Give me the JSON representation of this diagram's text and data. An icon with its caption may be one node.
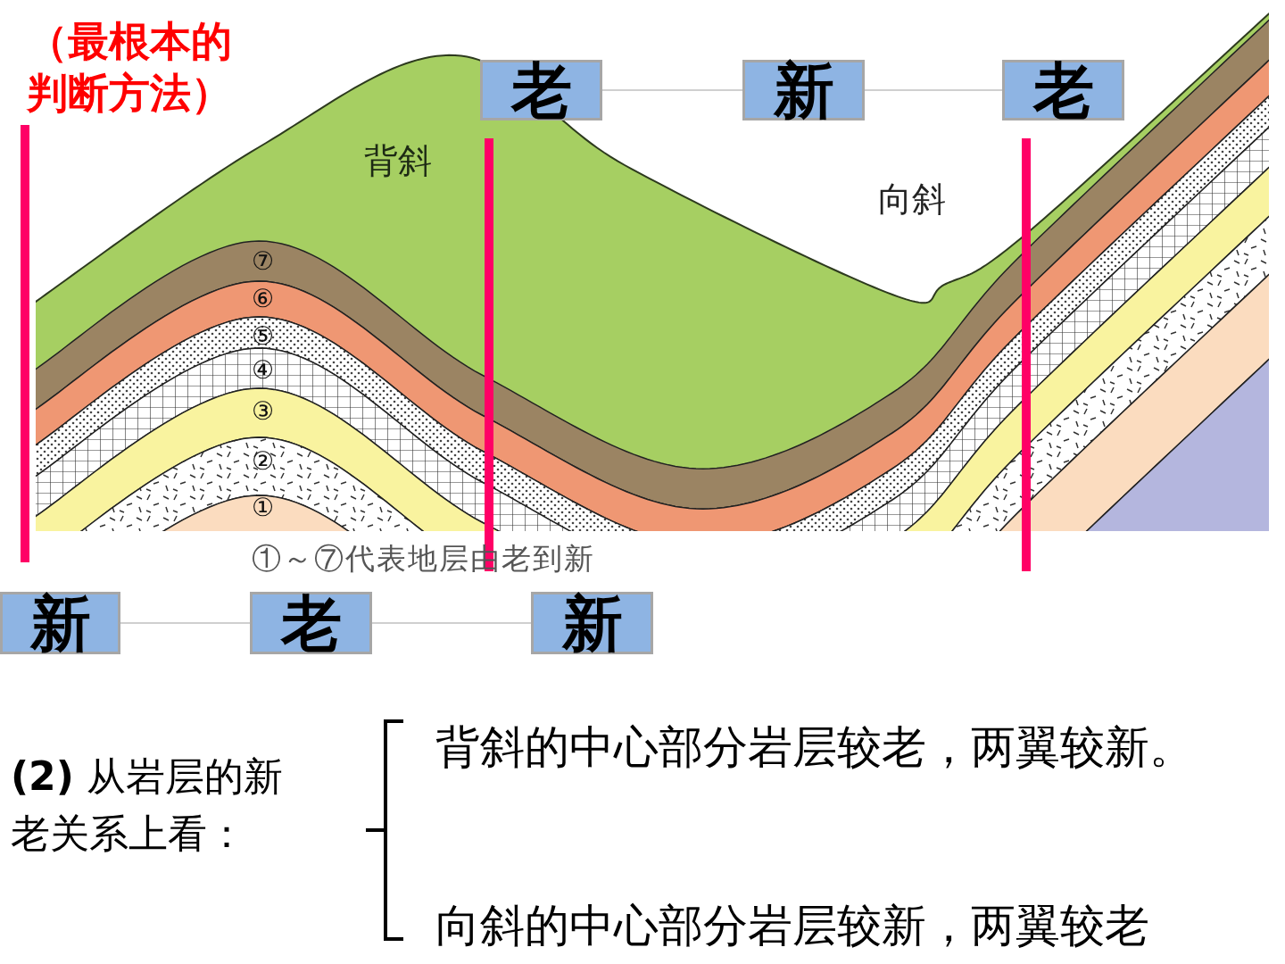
{
  "diagram": {
    "nodes": [
      {
        "text": [
          "老"
        ]
      },
      {
        "text": [
          "新"
        ]
      },
      {
        "text": [
          "老"
        ]
      },
      {
        "text": [
          "新"
        ]
      },
      {
        "text": [
          "老"
        ]
      },
      {
        "text": [
          "新"
        ]
      }
    ],
    "edges": [
      {
        "from": 0,
        "to": 1,
        "arrow": "none"
      },
      {
        "from": 1,
        "to": 2,
        "arrow": "none"
      },
      {
        "from": 3,
        "to": 4,
        "arrow": "none"
      },
      {
        "from": 4,
        "to": 5,
        "arrow": "none"
      }
    ],
    "labels": [
      "（最根本的判断方法）",
      "背斜",
      "向斜",
      "⑦",
      "⑥",
      "⑤",
      "④",
      "③",
      "②",
      "①",
      "①～⑦代表地层由老到新",
      "**(2)** 从岩层的新老关系上看：",
      "背斜的中心部分岩层较老，两翼较新。",
      "向斜的中心部分岩层较新，两翼较老"
    ]
  }
}
